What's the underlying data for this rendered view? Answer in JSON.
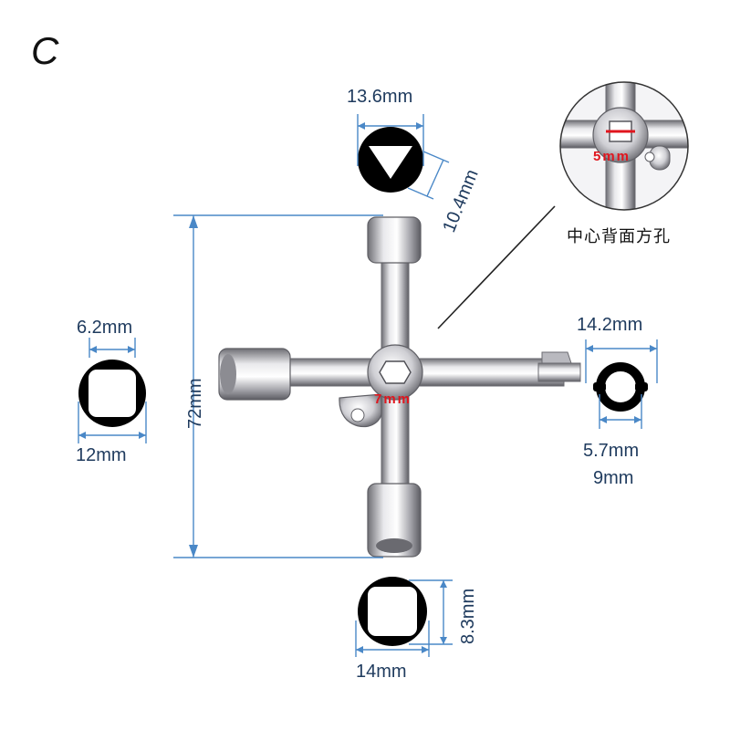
{
  "panel_letter": "C",
  "colors": {
    "dimension_line": "#4a88c7",
    "dimension_text": "#1f3b5e",
    "highlight_text": "#e0161e",
    "metal": "#c8c8cc"
  },
  "dimensions": {
    "triangle_width": "13.6mm",
    "triangle_height": "10.4mm",
    "square_small_inner": "6.2mm",
    "square_small_outer": "12mm",
    "total_length": "72mm",
    "bit_outer": "14.2mm",
    "bit_inner": "5.7mm",
    "bit_body": "9mm",
    "square_large_height": "8.3mm",
    "square_large_width": "14mm"
  },
  "center_hole_label": "7mm",
  "inset": {
    "label": "5mm",
    "caption": "中心背面方孔"
  }
}
